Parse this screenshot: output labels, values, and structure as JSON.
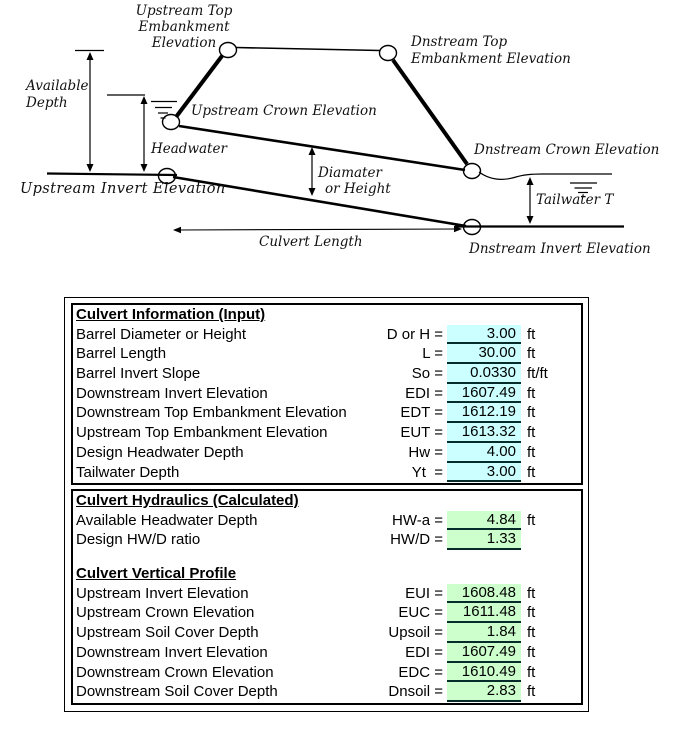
{
  "diagram": {
    "labels": {
      "upstream_top_l1": "Upstream Top",
      "upstream_top_l2": "Embankment",
      "upstream_top_l3": "Elevation",
      "dnstream_top_l1": "Dnstream Top",
      "dnstream_top_l2": "Embankment Elevation",
      "available_depth_l1": "Available",
      "available_depth_l2": "Depth",
      "upstream_crown": "Upstream Crown Elevation",
      "headwater": "Headwater",
      "upstream_invert": "Upstream Invert Elevation",
      "diameter_l1": "Diamater",
      "diameter_l2": "or Height",
      "culvert_length": "Culvert Length",
      "dnstream_crown": "Dnstream Crown Elevation",
      "tailwater": "Tailwater T",
      "dnstream_invert": "Dnstream Invert Elevation"
    }
  },
  "table": {
    "colors": {
      "input_bg": "#CCFFFF",
      "calc_bg": "#CCFFCC",
      "border": "#000000"
    },
    "input": {
      "title": "Culvert Information (Input)",
      "rows": [
        {
          "label": "Barrel Diameter or Height",
          "symbol": "D or H =",
          "value": "3.00",
          "unit": "ft"
        },
        {
          "label": "Barrel Length",
          "symbol": "L =",
          "value": "30.00",
          "unit": "ft"
        },
        {
          "label": "Barrel Invert Slope",
          "symbol": "So =",
          "value": "0.0330",
          "unit": "ft/ft"
        },
        {
          "label": "Downstream Invert Elevation",
          "symbol": "EDI =",
          "value": "1607.49",
          "unit": "ft"
        },
        {
          "label": "Downstream Top Embankment Elevation",
          "symbol": "EDT =",
          "value": "1612.19",
          "unit": "ft"
        },
        {
          "label": "Upstream Top Embankment Elevation",
          "symbol": "EUT =",
          "value": "1613.32",
          "unit": "ft"
        },
        {
          "label": "Design Headwater Depth",
          "symbol": "Hw =",
          "value": "4.00",
          "unit": "ft"
        },
        {
          "label": "Tailwater Depth",
          "symbol": "Yt  =",
          "value": "3.00",
          "unit": "ft"
        }
      ]
    },
    "calculated": {
      "title": "Culvert Hydraulics (Calculated)",
      "rows": [
        {
          "label": "Available Headwater Depth",
          "symbol": "HW-a =",
          "value": "4.84",
          "unit": "ft"
        },
        {
          "label": "Design HW/D ratio",
          "symbol": "HW/D =",
          "value": "1.33",
          "unit": ""
        }
      ],
      "subtitle": "Culvert Vertical Profile",
      "profile_rows": [
        {
          "label": "Upstream Invert Elevation",
          "symbol": "EUI =",
          "value": "1608.48",
          "unit": "ft"
        },
        {
          "label": "Upstream Crown Elevation",
          "symbol": "EUC =",
          "value": "1611.48",
          "unit": "ft"
        },
        {
          "label": "Upstream Soil Cover Depth",
          "symbol": "Upsoil =",
          "value": "1.84",
          "unit": "ft"
        },
        {
          "label": "Downstream Invert Elevation",
          "symbol": "EDI =",
          "value": "1607.49",
          "unit": "ft"
        },
        {
          "label": "Downstream Crown Elevation",
          "symbol": "EDC =",
          "value": "1610.49",
          "unit": "ft"
        },
        {
          "label": "Downstream Soil Cover Depth",
          "symbol": "Dnsoil =",
          "value": "2.83",
          "unit": "ft"
        }
      ]
    }
  }
}
